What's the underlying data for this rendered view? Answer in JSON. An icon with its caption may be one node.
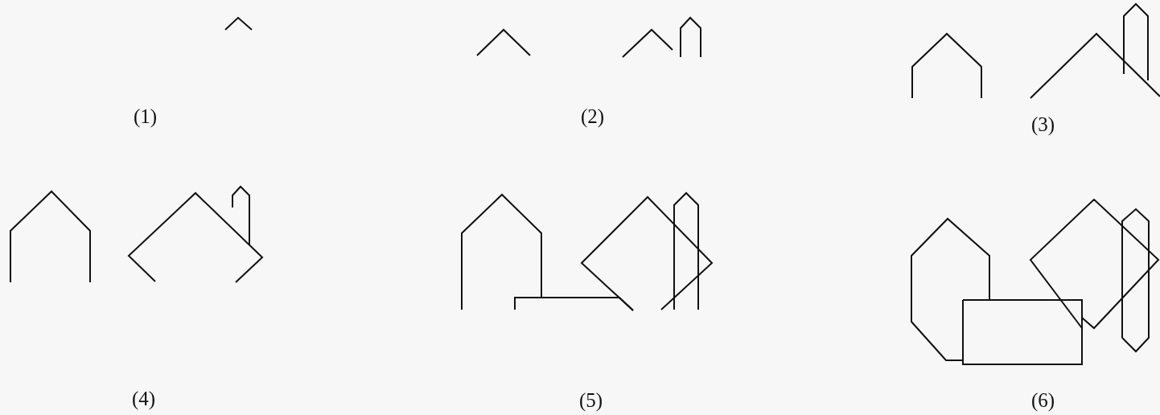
{
  "diagram": {
    "labels": [
      "(1)",
      "(2)",
      "(3)",
      "(4)",
      "(5)",
      "(6)"
    ]
  }
}
